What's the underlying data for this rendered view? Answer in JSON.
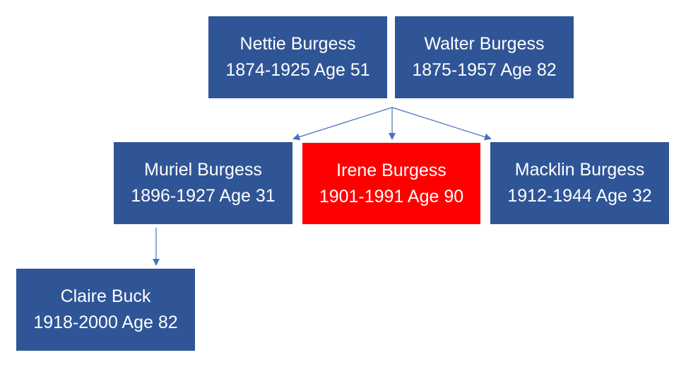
{
  "people": {
    "nettie": {
      "name": "Nettie Burgess",
      "dates": "1874-1925 Age 51"
    },
    "walter": {
      "name": "Walter Burgess",
      "dates": "1875-1957 Age 82"
    },
    "muriel": {
      "name": "Muriel Burgess",
      "dates": "1896-1927 Age 31"
    },
    "irene": {
      "name": "Irene Burgess",
      "dates": "1901-1991 Age 90"
    },
    "macklin": {
      "name": "Macklin Burgess",
      "dates": "1912-1944 Age 32"
    },
    "claire": {
      "name": "Claire Buck",
      "dates": "1918-2000 Age 82"
    }
  },
  "colors": {
    "box": "#2F5597",
    "highlight": "#FF0000",
    "connector": "#4472C4"
  }
}
